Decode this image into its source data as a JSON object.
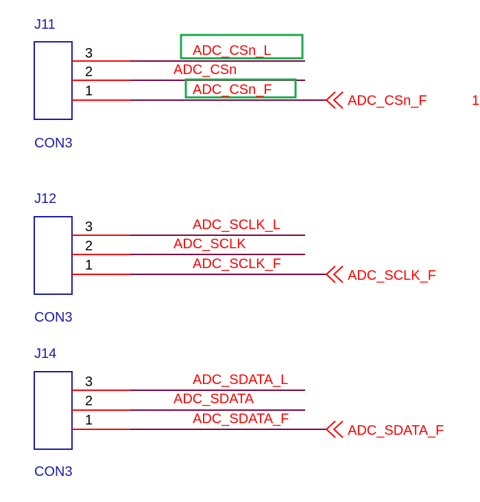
{
  "connectors": [
    {
      "designator": "J11",
      "part": "CON3",
      "pins": [
        {
          "number": "3",
          "net": "ADC_CSn_L",
          "highlighted": true
        },
        {
          "number": "2",
          "net": "ADC_CSn",
          "highlighted": false
        },
        {
          "number": "1",
          "net": "ADC_CSn_F",
          "highlighted": true
        }
      ],
      "port": "ADC_CSn_F",
      "port_suffix": "1"
    },
    {
      "designator": "J12",
      "part": "CON3",
      "pins": [
        {
          "number": "3",
          "net": "ADC_SCLK_L",
          "highlighted": false
        },
        {
          "number": "2",
          "net": "ADC_SCLK",
          "highlighted": false
        },
        {
          "number": "1",
          "net": "ADC_SCLK_F",
          "highlighted": false
        }
      ],
      "port": "ADC_SCLK_F",
      "port_suffix": ""
    },
    {
      "designator": "J14",
      "part": "CON3",
      "pins": [
        {
          "number": "3",
          "net": "ADC_SDATA_L",
          "highlighted": false
        },
        {
          "number": "2",
          "net": "ADC_SDATA",
          "highlighted": false
        },
        {
          "number": "1",
          "net": "ADC_SDATA_F",
          "highlighted": false
        }
      ],
      "port": "ADC_SDATA_F",
      "port_suffix": ""
    }
  ],
  "colors": {
    "component": "#1a1aa6",
    "net": "#ff0000",
    "wire": "#800040",
    "highlight": "#1aa84a"
  }
}
